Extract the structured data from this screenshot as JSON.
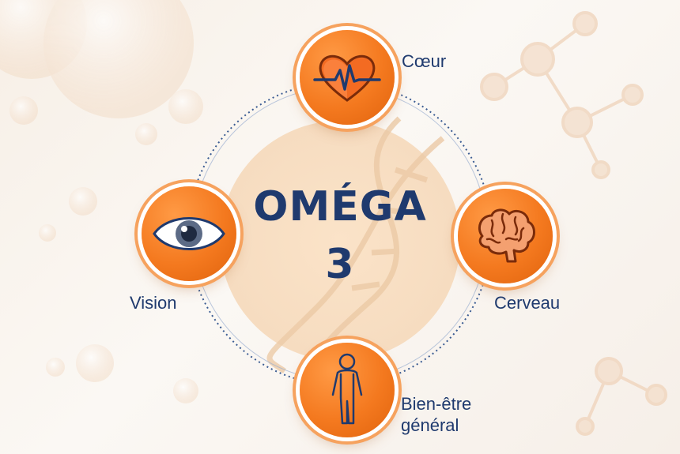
{
  "title": {
    "line1": "OMÉGA",
    "line2": "3"
  },
  "benefits": [
    {
      "id": "coeur",
      "label": "Cœur",
      "icon": "heart-pulse-icon"
    },
    {
      "id": "cerveau",
      "label": "Cerveau",
      "icon": "brain-icon"
    },
    {
      "id": "bien-etre",
      "label_line1": "Bien-être",
      "label_line2": "général",
      "icon": "human-figure-icon"
    },
    {
      "id": "vision",
      "label": "Vision",
      "icon": "eye-icon"
    }
  ],
  "colors": {
    "accent": "#f4791f",
    "text": "#1f3a6e",
    "background": "#f8f2ec"
  }
}
